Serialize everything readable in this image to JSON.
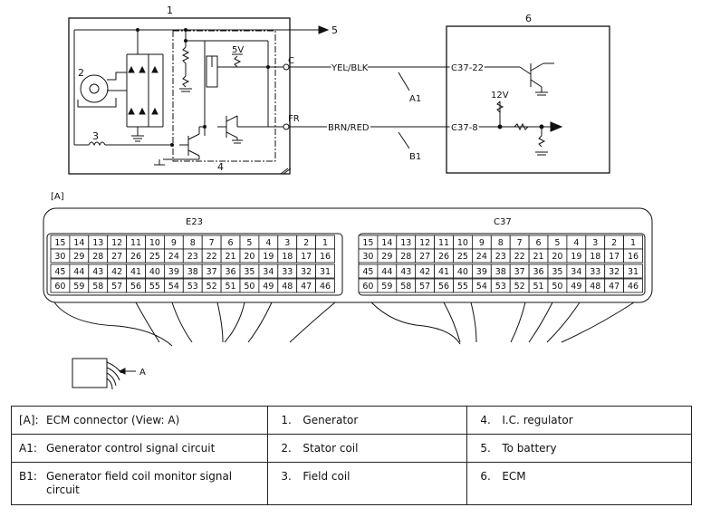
{
  "diagram": {
    "labels": {
      "block1": "1",
      "block4": "4",
      "block6": "6",
      "arrow5": "5",
      "gen": "2",
      "coil": "3",
      "v5": "5V",
      "v12": "12V",
      "term_c": "C",
      "term_fr": "FR",
      "wire1": "YEL/BLK",
      "wire2": "BRN/RED",
      "circ_a1": "A1",
      "circ_b1": "B1",
      "pin_c37_22": "C37-22",
      "pin_c37_8": "C37-8",
      "view": "[A]",
      "e23": "E23",
      "c37": "C37",
      "arrow_a": "A"
    },
    "connector": {
      "row1": [
        "15",
        "14",
        "13",
        "12",
        "11",
        "10",
        "9",
        "8",
        "7",
        "6",
        "5",
        "4",
        "3",
        "2",
        "1"
      ],
      "row2": [
        "30",
        "29",
        "28",
        "27",
        "26",
        "25",
        "24",
        "23",
        "22",
        "21",
        "20",
        "19",
        "18",
        "17",
        "16"
      ],
      "row3": [
        "45",
        "44",
        "43",
        "42",
        "41",
        "40",
        "39",
        "38",
        "37",
        "36",
        "35",
        "34",
        "33",
        "32",
        "31"
      ],
      "row4": [
        "60",
        "59",
        "58",
        "57",
        "56",
        "55",
        "54",
        "53",
        "52",
        "51",
        "50",
        "49",
        "48",
        "47",
        "46"
      ]
    }
  },
  "legend": [
    [
      {
        "key": "[A]:",
        "val": "ECM connector (View: A)"
      },
      {
        "key": "1.",
        "val": "Generator"
      },
      {
        "key": "4.",
        "val": "I.C. regulator"
      }
    ],
    [
      {
        "key": "A1:",
        "val": "Generator control signal circuit"
      },
      {
        "key": "2.",
        "val": "Stator coil"
      },
      {
        "key": "5.",
        "val": "To battery"
      }
    ],
    [
      {
        "key": "B1:",
        "val": "Generator field coil monitor signal circuit"
      },
      {
        "key": "3.",
        "val": "Field coil"
      },
      {
        "key": "6.",
        "val": "ECM"
      }
    ]
  ]
}
